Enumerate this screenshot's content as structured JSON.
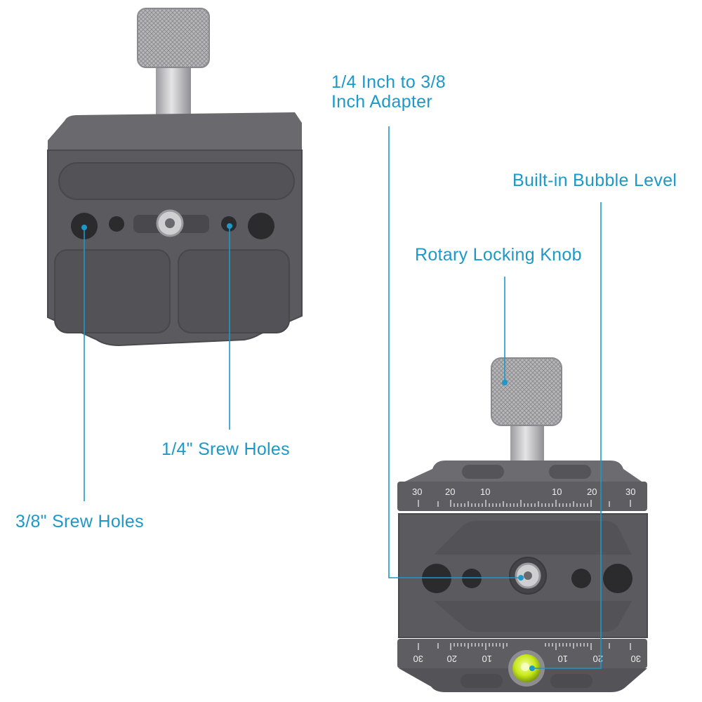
{
  "labels": {
    "adapter_line1": "1/4 Inch to 3/8",
    "adapter_line2": "Inch Adapter",
    "bubble_level": "Built-in Bubble Level",
    "rotary_knob": "Rotary Locking Knob",
    "quarter_holes": "1/4\" Srew Holes",
    "three_eighth_holes": "3/8\" Srew Holes"
  },
  "scale_top": [
    "30",
    "20",
    "10",
    "10",
    "20",
    "30"
  ],
  "scale_bottom": [
    "30",
    "20",
    "10",
    "10",
    "20",
    "30"
  ],
  "colors": {
    "callout": "#1c98c9",
    "plate": "#5b5a5e",
    "plate_dark": "#4a494d",
    "knob": "#b9b9bc",
    "bubble": "#c8e81c"
  }
}
